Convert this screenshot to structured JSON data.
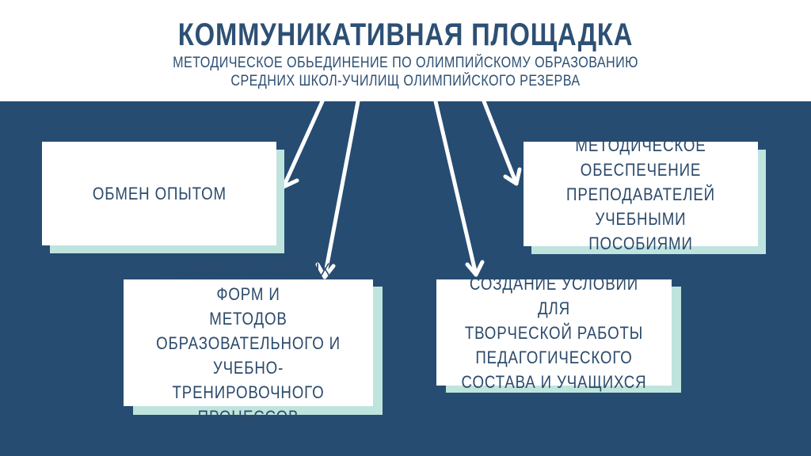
{
  "header": {
    "title": "КОММУНИКАТИВНАЯ ПЛОЩАДКА",
    "subtitle_line1": "МЕТОДИЧЕСКОЕ ОБЬЕДИНЕНИЕ ПО ОЛИМПИЙСКОМУ ОБРАЗОВАНИЮ",
    "subtitle_line2": "СРЕДНИХ ШКОЛ-УЧИЛИЩ ОЛИМПИЙСКОГО РЕЗЕРВА"
  },
  "boxes": [
    {
      "text": "ОБМЕН ОПЫТОМ"
    },
    {
      "text": "РАЗРАБОТКА НОВЫХ ФОРМ И\nМЕТОДОВ\nОБРАЗОВАТЕЛЬНОГО И\nУЧЕБНО-ТРЕНИРОВОЧНОГО\nПРОЦЕССОВ"
    },
    {
      "text": "СОЗДАНИЕ УСЛОВИЙ ДЛЯ\nТВОРЧЕСКОЙ РАБОТЫ\nПЕДАГОГИЧЕСКОГО\nСОСТАВА И УЧАЩИХСЯ"
    },
    {
      "text": "МЕТОДИЧЕСКОЕ\nОБЕСПЕЧЕНИЕ\nПРЕПОДАВАТЕЛЕЙ\nУЧЕБНЫМИ ПОСОБИЯМИ"
    }
  ],
  "colors": {
    "background": "#264c72",
    "text": "#2b4a6b",
    "shadow": "#bfe4dd",
    "arrow": "#ffffff"
  }
}
